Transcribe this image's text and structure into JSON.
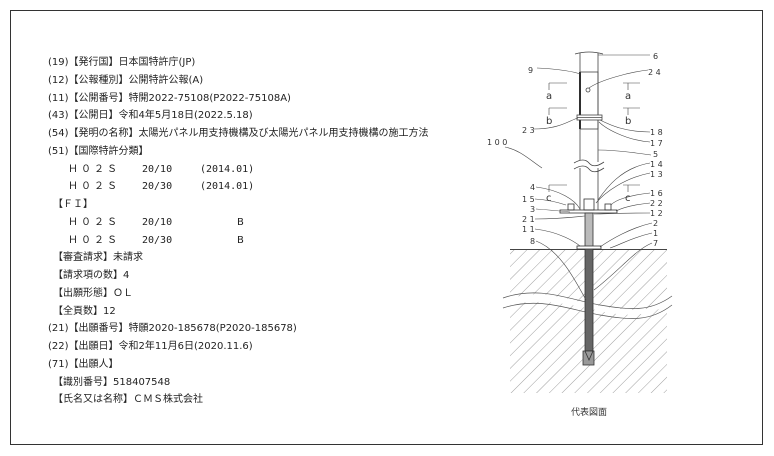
{
  "bibliography": {
    "country": "(19)【発行国】日本国特許庁(JP)",
    "kind": "(12)【公報種別】公開特許公報(A)",
    "pub_number": "(11)【公開番号】特開2022-75108(P2022-75108A)",
    "pub_date": "(43)【公開日】令和4年5月18日(2022.5.18)",
    "title": "(54)【発明の名称】太陽光パネル用支持機構及び太陽光パネル用支持機構の施工方法",
    "ipc_heading": "(51)【国際特許分類】",
    "ipc": [
      {
        "cls": "Ｈ０２Ｓ",
        "group": "20/10",
        "ver": "(2014.01)"
      },
      {
        "cls": "Ｈ０２Ｓ",
        "group": "20/30",
        "ver": "(2014.01)"
      }
    ],
    "fi_heading": "【ＦＩ】",
    "fi": [
      {
        "cls": "Ｈ０２Ｓ",
        "group": "20/10",
        "code": "B"
      },
      {
        "cls": "Ｈ０２Ｓ",
        "group": "20/30",
        "code": "B"
      }
    ],
    "exam": "【審査請求】未請求",
    "claims": "【請求項の数】4",
    "form": "【出願形態】ＯＬ",
    "pages": "【全頁数】12",
    "app_number": "(21)【出願番号】特願2020-185678(P2020-185678)",
    "app_date": "(22)【出願日】令和2年11月6日(2020.11.6)",
    "applicant_heading": "(71)【出願人】",
    "applicant_id": "【識別番号】518407548",
    "applicant_name": "【氏名又は名称】ＣＭＳ株式会社"
  },
  "figure": {
    "caption": "代表図面",
    "labels": {
      "l6": "6",
      "l9": "9",
      "l24": "2 4",
      "a": "a",
      "b": "b",
      "c": "c",
      "l23": "2 3",
      "l18": "1 8",
      "l17": "1 7",
      "l5": "5",
      "l100": "1 0 0",
      "l14": "1 4",
      "l13": "1 3",
      "l4": "4",
      "l15": "1 5",
      "l16": "1 6",
      "l22": "2 2",
      "l3": "3",
      "l12": "1 2",
      "l21": "2 1",
      "l2": "2",
      "l11": "1 1",
      "l1": "1",
      "l8": "8",
      "l7": "7"
    }
  }
}
